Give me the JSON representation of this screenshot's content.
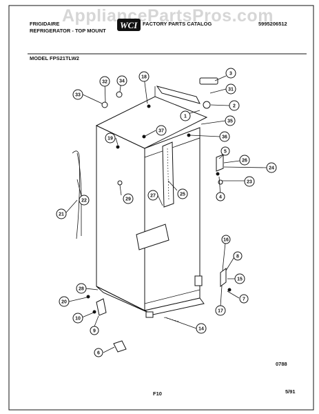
{
  "watermark": "AppliancePartsPros.com",
  "header": {
    "brand": "FRIGIDAIRE",
    "subtitle": "REFRIGERATOR - TOP MOUNT",
    "logo": "WCI",
    "catalog": "FACTORY PARTS CATALOG",
    "catalog_number": "5995206512",
    "model": "MODEL FPS21TLW2"
  },
  "callouts": [
    "1",
    "2",
    "3",
    "4",
    "5",
    "6",
    "7",
    "8",
    "9",
    "10",
    "14",
    "15",
    "16",
    "17",
    "18",
    "19",
    "20",
    "21",
    "22",
    "23",
    "24",
    "25",
    "26",
    "27",
    "28",
    "29",
    "31",
    "32",
    "33",
    "34",
    "35",
    "36",
    "37"
  ],
  "footer": {
    "code": "0788",
    "page": "F10",
    "date": "5/91"
  }
}
